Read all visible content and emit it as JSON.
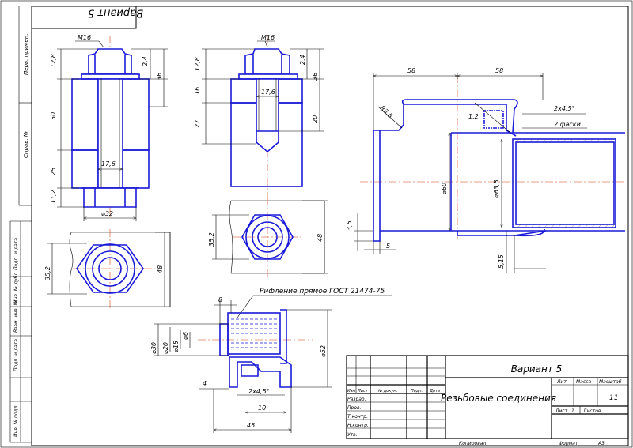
{
  "stamp_variant": "Вариант 5",
  "thread_m16_a": "М16",
  "thread_m16_b": "М16",
  "dims_left": {
    "d12_8": "12,8",
    "d2_4": "2,4",
    "d36": "36",
    "d50": "50",
    "d25": "25",
    "d11_2": "11,2",
    "d17_6": "17,6",
    "d32": "⌀32",
    "d35_2": "35,2",
    "d48": "48"
  },
  "dims_mid": {
    "d12_8": "12,8",
    "d16": "16",
    "d27": "27",
    "d2_4": "2,4",
    "d36": "36",
    "d20": "20",
    "d17_6": "17,6",
    "d35_2": "35,2",
    "d48": "48"
  },
  "dims_right": {
    "d58a": "58",
    "d58b": "58",
    "r3_5": "R3,5",
    "d1_2": "1,2",
    "cham": "2x4,5°",
    "cham2": "2 фаски",
    "d60": "⌀60",
    "d63_5": "⌀63,5",
    "d3_5": "3,5",
    "d5": "5",
    "d5_15": "5,15"
  },
  "knurl_note": "Рифление прямое ГОСТ 21474-75",
  "dims_bottom": {
    "d8": "8",
    "d30": "⌀30",
    "d20": "⌀20",
    "d15": "⌀15",
    "d6": "⌀6",
    "d52": "⌀52",
    "d4": "4",
    "cham": "2x4,5°",
    "d10": "10",
    "d45": "45"
  },
  "side_labels": [
    "Перв. примен.",
    "Справ. №",
    "Подп. и дата",
    "Инв. № дубл.",
    "Взам. инв. №",
    "Подп. и дата",
    "Инв. № подл."
  ],
  "title_block": {
    "variant": "Вариант 5",
    "title": "Резьбовые соединения",
    "lit": "Лит",
    "mass": "Масса",
    "scale_h": "Масштаб",
    "scale_v": "11",
    "sheet": "Лист",
    "sheet_n": "1",
    "sheets": "Листов",
    "cols": [
      "Изм",
      "Лист",
      "№ докум.",
      "Подп.",
      "Дата"
    ],
    "rows": [
      "Разраб.",
      "Пров.",
      "Т.контр.",
      "",
      "Н.контр.",
      "Утв."
    ]
  },
  "footer_copy": "Копировал",
  "footer_format": "Формат",
  "footer_format_v": "А3"
}
